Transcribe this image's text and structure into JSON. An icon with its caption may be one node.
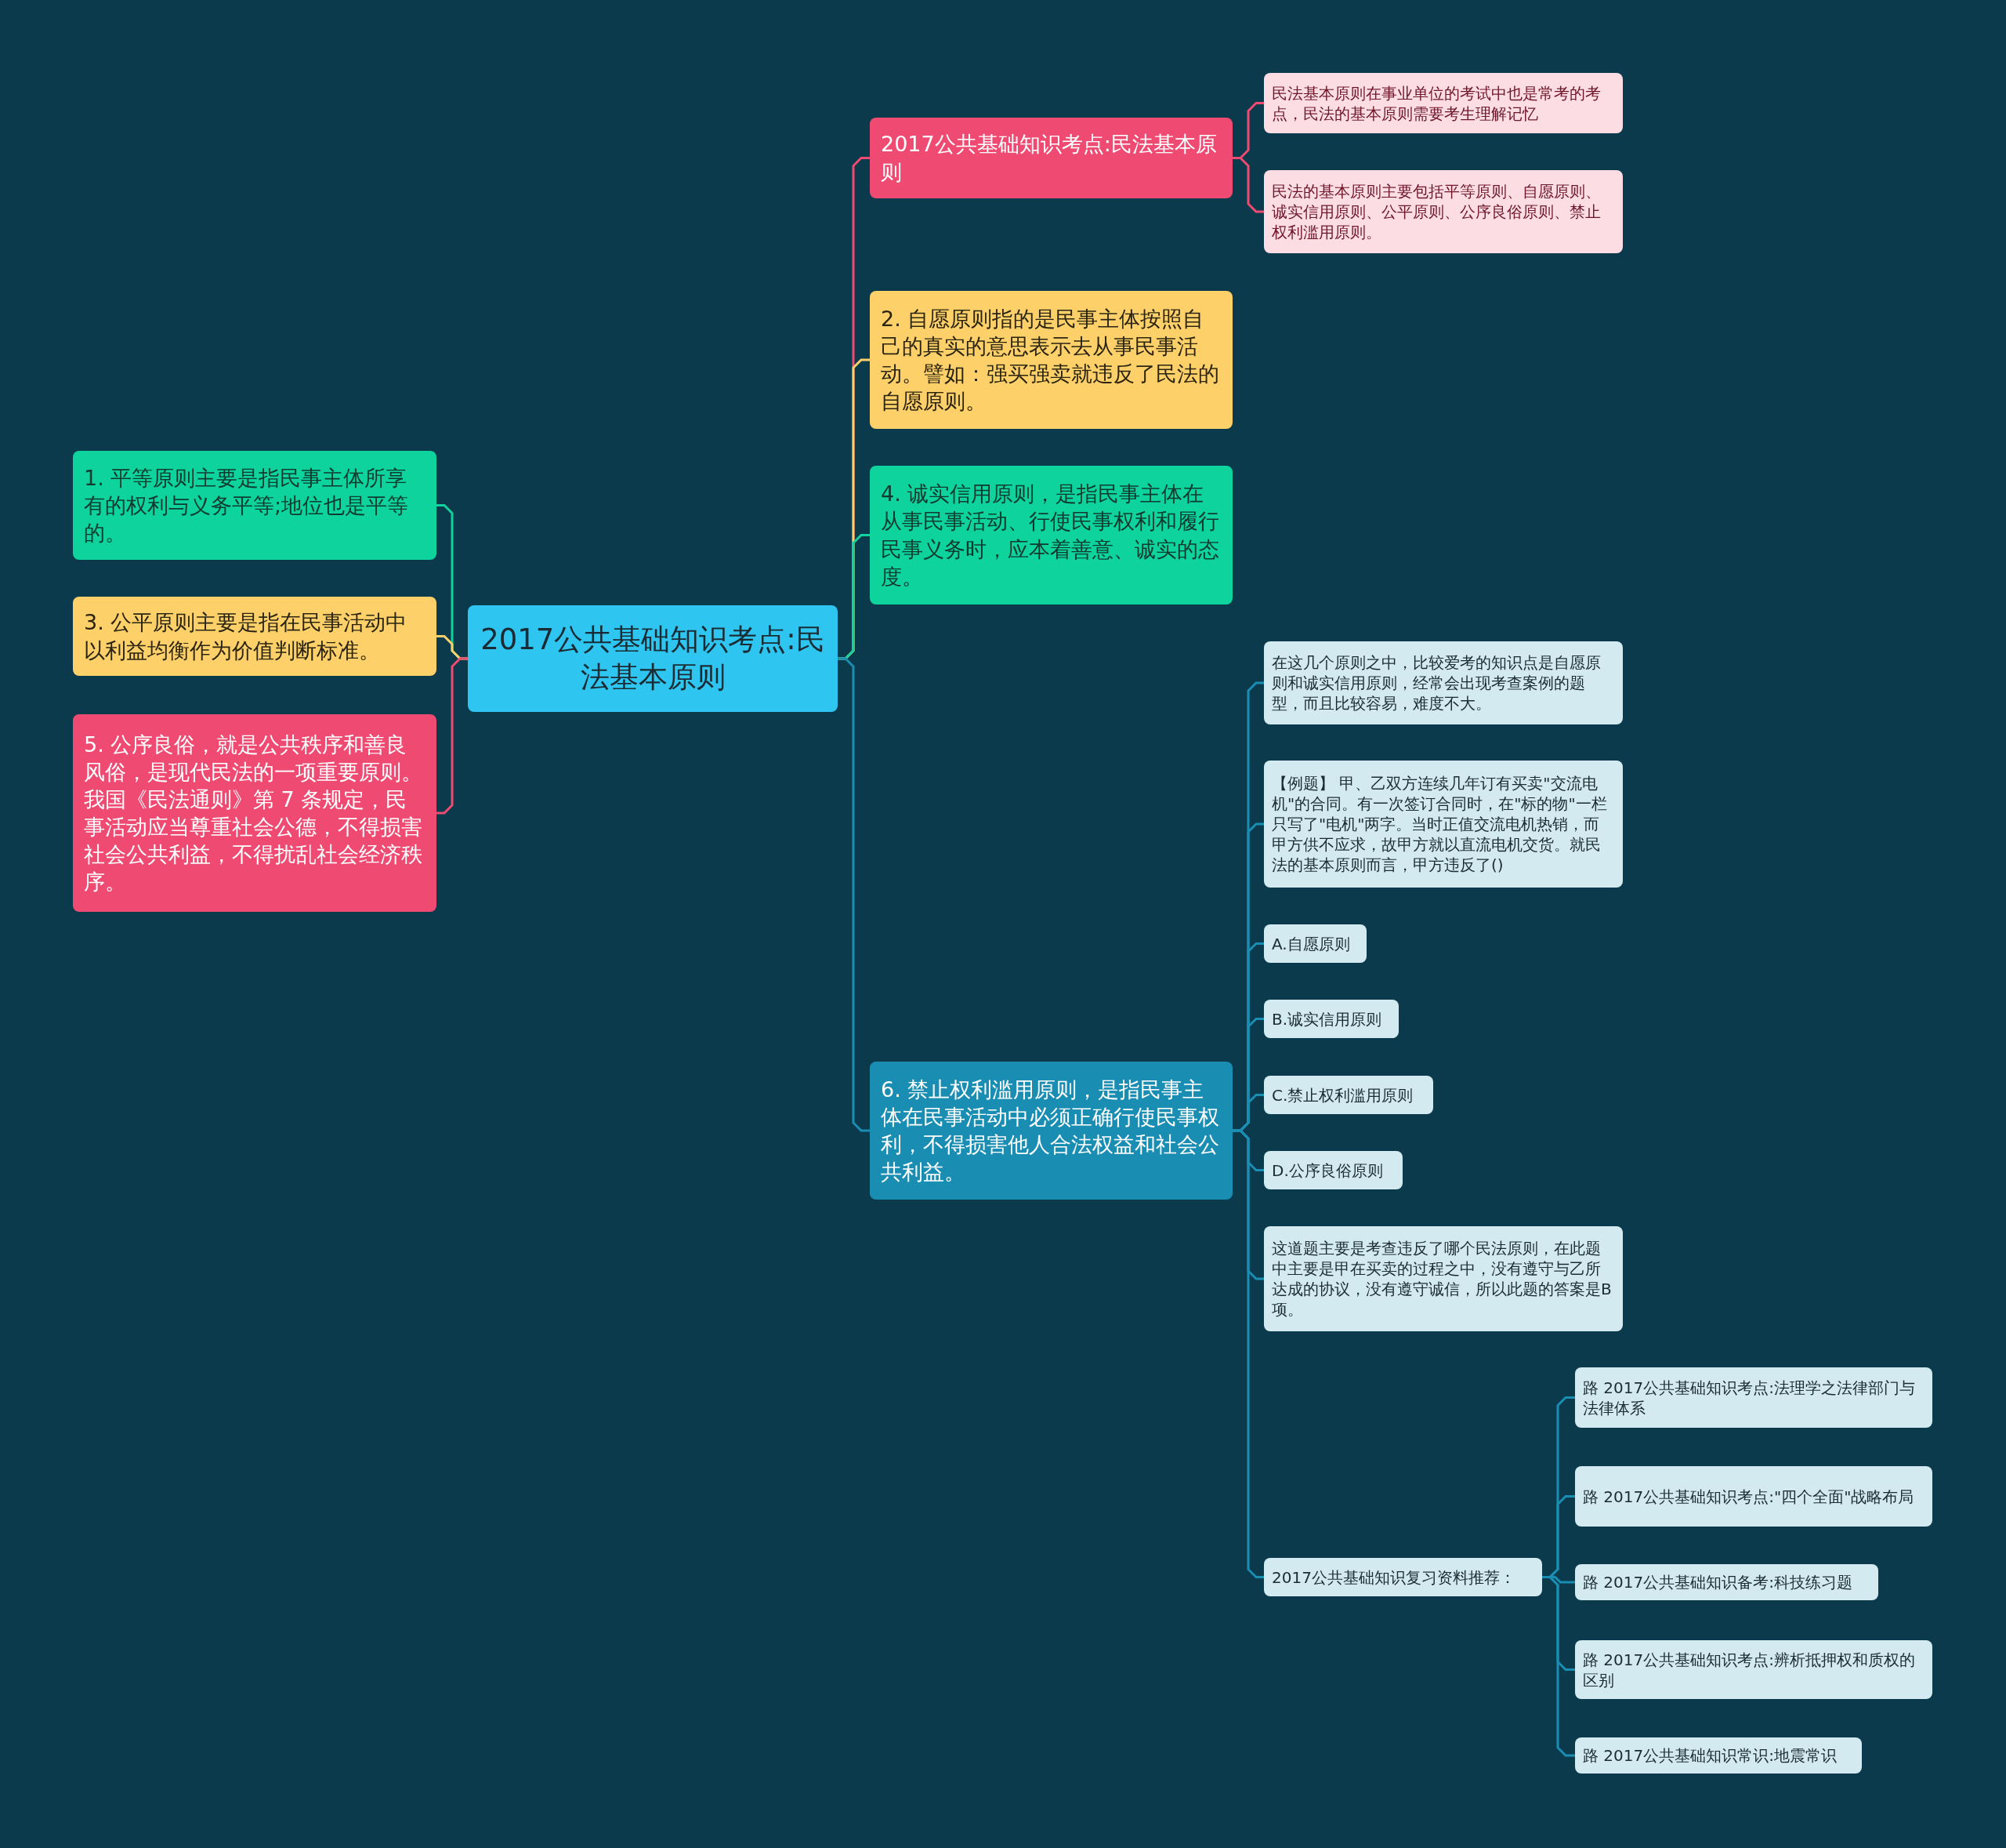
{
  "diagram": {
    "nodes": [
      {
        "text": [
          "2017公共基础知识考点:民法基本原则"
        ]
      },
      {
        "text": [
          "2017公共基础知识考点:民法基本原则"
        ]
      },
      {
        "text": [
          "民法基本原则在事业单位的考试中也是常考的考点，民法的基本原则需要考生理解记忆"
        ]
      },
      {
        "text": [
          "民法的基本原则主要包括平等原则、自愿原则、诚实信用原则、公平原则、公序良俗原则、禁止权利滥用原则。"
        ]
      },
      {
        "text": [
          "2. 自愿原则指的是民事主体按照自己的真实的意思表示去从事民事活动。譬如：强买强卖就违反了民法的自愿原则。"
        ]
      },
      {
        "text": [
          "4. 诚实信用原则，是指民事主体在从事民事活动、行使民事权利和履行民事义务时，应本着善意、诚实的态度。"
        ]
      },
      {
        "text": [
          "6. 禁止权利滥用原则，是指民事主体在民事活动中必须正确行使民事权利，不得损害他人合法权益和社会公共利益。"
        ]
      },
      {
        "text": [
          "在这几个原则之中，比较爱考的知识点是自愿原则和诚实信用原则，经常会出现考查案例的题型，而且比较容易，难度不大。"
        ]
      },
      {
        "text": [
          "【例题】 甲、乙双方连续几年订有买卖\"交流电机\"的合同。有一次签订合同时，在\"标的物\"一栏只写了\"电机\"两字。当时正值交流电机热销，而甲方供不应求，故甲方就以直流电机交货。就民法的基本原则而言，甲方违反了()"
        ]
      },
      {
        "text": [
          "A.自愿原则"
        ]
      },
      {
        "text": [
          "B.诚实信用原则"
        ]
      },
      {
        "text": [
          "C.禁止权利滥用原则"
        ]
      },
      {
        "text": [
          "D.公序良俗原则"
        ]
      },
      {
        "text": [
          "这道题主要是考查违反了哪个民法原则，在此题中主要是甲在买卖的过程之中，没有遵守与乙所达成的协议，没有遵守诚信，所以此题的答案是B项。"
        ]
      },
      {
        "text": [
          "2017公共基础知识复习资料推荐："
        ]
      },
      {
        "text": [
          "路 2017公共基础知识考点:法理学之法律部门与法律体系"
        ]
      },
      {
        "text": [
          "路 2017公共基础知识考点:\"四个全面\"战略布局"
        ]
      },
      {
        "text": [
          "路 2017公共基础知识备考:科技练习题"
        ]
      },
      {
        "text": [
          "路 2017公共基础知识考点:辨析抵押权和质权的区别"
        ]
      },
      {
        "text": [
          "路 2017公共基础知识常识:地震常识"
        ]
      },
      {
        "text": [
          "1. 平等原则主要是指民事主体所享有的权利与义务平等;地位也是平等的。"
        ]
      },
      {
        "text": [
          "3. 公平原则主要是指在民事活动中以利益均衡作为价值判断标准。"
        ]
      },
      {
        "text": [
          "5. 公序良俗，就是公共秩序和善良风俗，是现代民法的一项重要原则。我国《民法通则》第 7 条规定，民事活动应当尊重社会公德，不得损害社会公共利益，不得扰乱社会经济秩序。"
        ]
      }
    ],
    "edges": [
      {
        "from": 0,
        "to": 1,
        "arrow": "none",
        "color": "#ef4a72"
      },
      {
        "from": 1,
        "to": 2,
        "arrow": "none",
        "color": "#ef4a72"
      },
      {
        "from": 1,
        "to": 3,
        "arrow": "none",
        "color": "#ef4a72"
      },
      {
        "from": 0,
        "to": 4,
        "arrow": "none",
        "color": "#fdd06a"
      },
      {
        "from": 0,
        "to": 5,
        "arrow": "none",
        "color": "#0ed39d"
      },
      {
        "from": 0,
        "to": 6,
        "arrow": "none"
      },
      {
        "from": 6,
        "to": 7,
        "arrow": "none"
      },
      {
        "from": 6,
        "to": 8,
        "arrow": "none"
      },
      {
        "from": 6,
        "to": 9,
        "arrow": "none"
      },
      {
        "from": 6,
        "to": 10,
        "arrow": "none"
      },
      {
        "from": 6,
        "to": 11,
        "arrow": "none"
      },
      {
        "from": 6,
        "to": 12,
        "arrow": "none"
      },
      {
        "from": 6,
        "to": 13,
        "arrow": "none"
      },
      {
        "from": 6,
        "to": 14,
        "arrow": "none"
      },
      {
        "from": 14,
        "to": 15,
        "arrow": "none"
      },
      {
        "from": 14,
        "to": 16,
        "arrow": "none"
      },
      {
        "from": 14,
        "to": 17,
        "arrow": "none"
      },
      {
        "from": 14,
        "to": 18,
        "arrow": "none"
      },
      {
        "from": 14,
        "to": 19,
        "arrow": "none"
      },
      {
        "from": 0,
        "to": 20,
        "arrow": "none",
        "color": "#0ed39d"
      },
      {
        "from": 0,
        "to": 21,
        "arrow": "none",
        "color": "#fdd06a"
      },
      {
        "from": 0,
        "to": 22,
        "arrow": "none",
        "color": "#ef4a72"
      }
    ]
  }
}
